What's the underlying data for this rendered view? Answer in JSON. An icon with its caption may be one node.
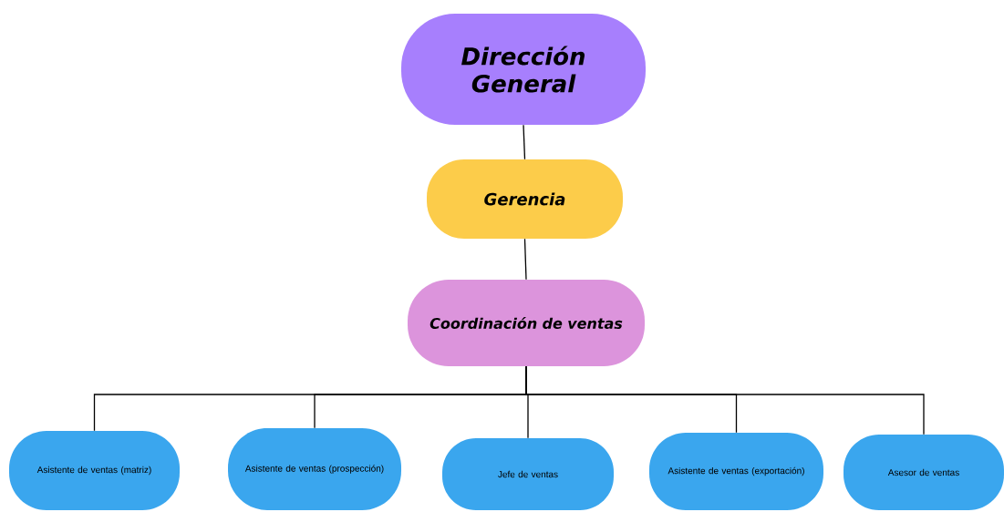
{
  "diagram": {
    "nodes": [
      {
        "text": [
          "Dirección General"
        ]
      },
      {
        "text": [
          "Gerencia"
        ]
      },
      {
        "text": [
          "Coordinación de ventas"
        ]
      },
      {
        "text": [
          "Asistente de ventas (matriz)"
        ]
      },
      {
        "text": [
          "Asistente de ventas (prospección)"
        ]
      },
      {
        "text": [
          "Jefe de ventas"
        ]
      },
      {
        "text": [
          "Asistente de ventas (exportación)"
        ]
      },
      {
        "text": [
          "Asesor de ventas"
        ]
      }
    ],
    "edges": [
      {
        "from": 0,
        "to": 1,
        "arrow": "none"
      },
      {
        "from": 1,
        "to": 2,
        "arrow": "none"
      },
      {
        "from": 2,
        "to": 3,
        "arrow": "none"
      },
      {
        "from": 2,
        "to": 4,
        "arrow": "none"
      },
      {
        "from": 2,
        "to": 5,
        "arrow": "none"
      },
      {
        "from": 2,
        "to": 6,
        "arrow": "none"
      },
      {
        "from": 2,
        "to": 7,
        "arrow": "none"
      }
    ]
  }
}
